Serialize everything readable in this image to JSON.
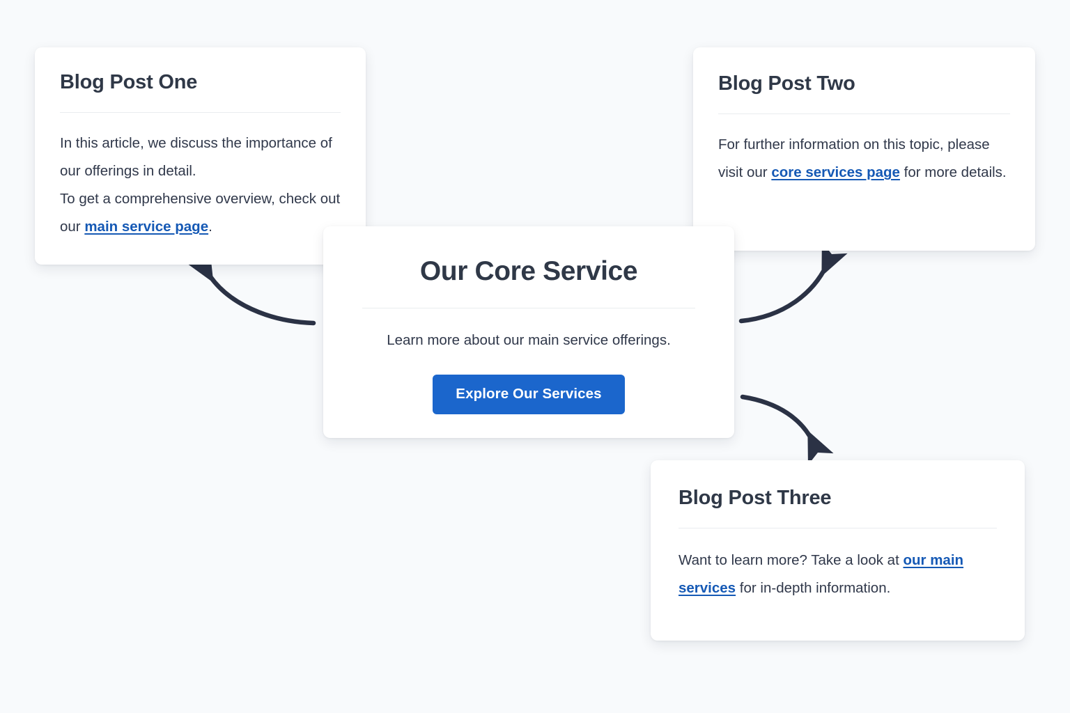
{
  "page": {
    "background_color": "#f8fafc",
    "title_color": "#2f3847",
    "body_color": "#30384a",
    "link_color": "#1559b5",
    "button_color": "#1b66cc",
    "arrow_color": "#2b3245",
    "card_background": "#ffffff",
    "divider_color": "#e9ecef"
  },
  "cards": {
    "blog_one": {
      "title": "Blog Post One",
      "paragraph_1": "In this article, we discuss the importance of our offerings in detail.",
      "paragraph_2_before": "To get a comprehensive overview, check out our ",
      "paragraph_2_link": "main service page",
      "paragraph_2_after": "."
    },
    "blog_two": {
      "title": "Blog Post Two",
      "paragraph_before": "For further information on this topic, please visit our ",
      "paragraph_link": "core services page",
      "paragraph_after": " for more details."
    },
    "blog_three": {
      "title": "Blog Post Three",
      "paragraph_before": "Want to learn more? Take a look at ",
      "paragraph_link": "our main services",
      "paragraph_after": " for in-depth information."
    },
    "core_service": {
      "title": "Our Core Service",
      "subtitle": "Learn more about our main service offerings.",
      "button_label": "Explore Our Services"
    }
  },
  "arrows": [
    {
      "name": "arrow-to-blog-one",
      "from": "core-service-card",
      "to": "blog-post-one-card",
      "direction": "up-left"
    },
    {
      "name": "arrow-to-blog-two",
      "from": "core-service-card",
      "to": "blog-post-two-card",
      "direction": "up-right"
    },
    {
      "name": "arrow-to-blog-three",
      "from": "core-service-card",
      "to": "blog-post-three-card",
      "direction": "down-right"
    }
  ]
}
